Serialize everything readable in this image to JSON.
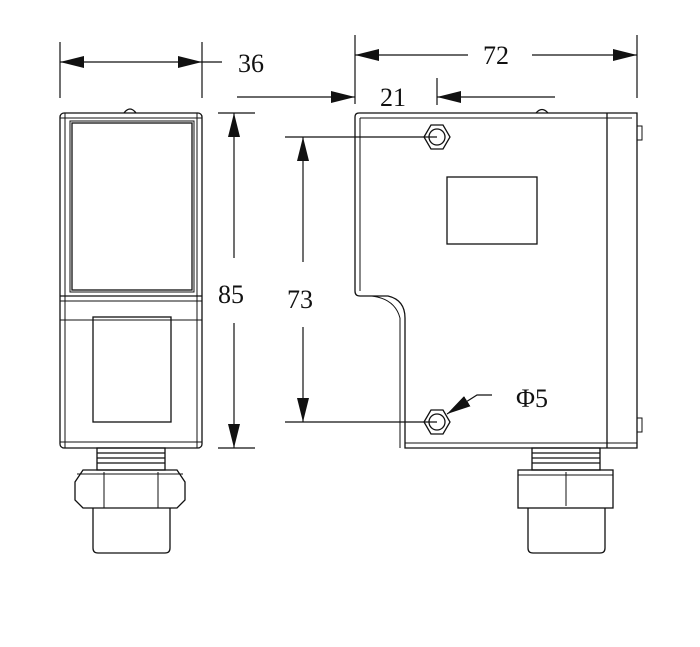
{
  "diagram": {
    "dimensions": {
      "width_front": "36",
      "height_total": "85",
      "hole_spacing": "73",
      "width_side": "72",
      "hole_offset": "21",
      "hole_diameter": "Φ5"
    },
    "colors": {
      "line": "#111111",
      "background": "#ffffff"
    }
  }
}
